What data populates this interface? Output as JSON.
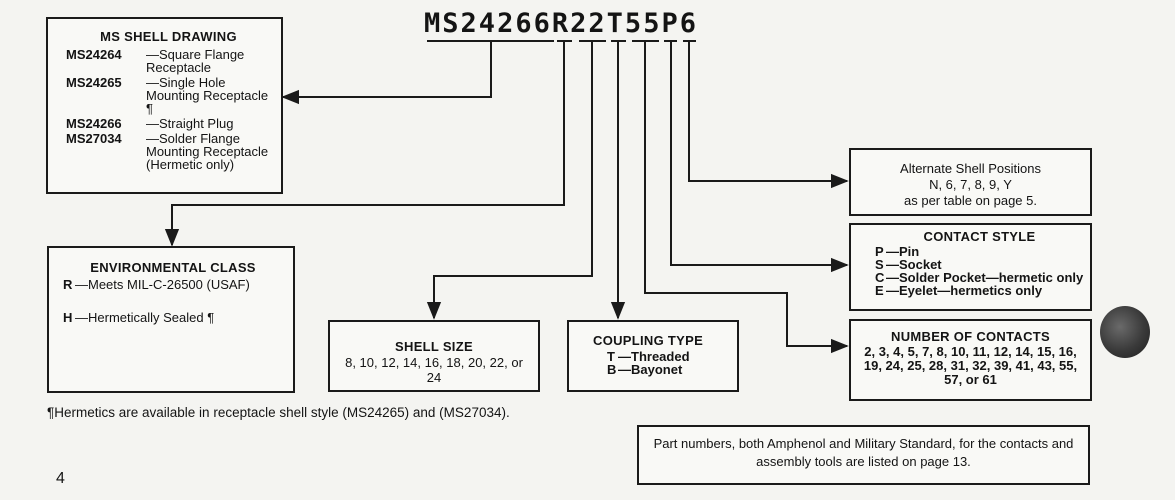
{
  "part_number": {
    "chars": [
      "M",
      "S",
      "2",
      "4",
      "2",
      "6",
      "6",
      "R",
      "2",
      "2",
      "T",
      "5",
      "5",
      "P",
      "6"
    ]
  },
  "ms_shell": {
    "title": "MS SHELL DRAWING",
    "items": [
      {
        "code": "MS24264",
        "desc": "—Square Flange Receptacle"
      },
      {
        "code": "MS24265",
        "desc": "—Single Hole Mounting Receptacle ¶"
      },
      {
        "code": "MS24266",
        "desc": "—Straight Plug"
      },
      {
        "code": "MS27034",
        "desc": "—Solder Flange Mounting Receptacle (Hermetic only)"
      }
    ]
  },
  "environmental": {
    "title": "ENVIRONMENTAL CLASS",
    "items": [
      {
        "code": "R",
        "desc": "—Meets MIL-C-26500 (USAF)"
      },
      {
        "code": "H",
        "desc": "—Hermetically Sealed ¶"
      }
    ]
  },
  "shell_size": {
    "title": "SHELL SIZE",
    "text": "8, 10, 12, 14, 16, 18, 20, 22, or 24"
  },
  "coupling": {
    "title": "COUPLING TYPE",
    "items": [
      {
        "code": "T",
        "desc": "—Threaded"
      },
      {
        "code": "B",
        "desc": "—Bayonet"
      }
    ]
  },
  "alternate": {
    "line1": "Alternate Shell Positions",
    "line2": "N, 6, 7, 8, 9, Y",
    "line3": "as per table on page 5."
  },
  "contact_style": {
    "title": "CONTACT STYLE",
    "items": [
      {
        "code": "P",
        "desc": "—Pin"
      },
      {
        "code": "S",
        "desc": "—Socket"
      },
      {
        "code": "C",
        "desc": "—Solder Pocket—hermetic only"
      },
      {
        "code": "E",
        "desc": "—Eyelet—hermetics only"
      }
    ]
  },
  "number_contacts": {
    "title": "NUMBER OF CONTACTS",
    "text": "2, 3, 4, 5, 7, 8, 10, 11, 12, 14, 15, 16, 19, 24, 25, 28, 31, 32, 39, 41, 43, 55, 57, or 61"
  },
  "footnote": "¶Hermetics are available in receptacle shell style (MS24265) and (MS27034).",
  "note": "Part numbers, both Amphenol and Military Standard, for the contacts and assembly tools are listed on page 13.",
  "page_number": "4"
}
